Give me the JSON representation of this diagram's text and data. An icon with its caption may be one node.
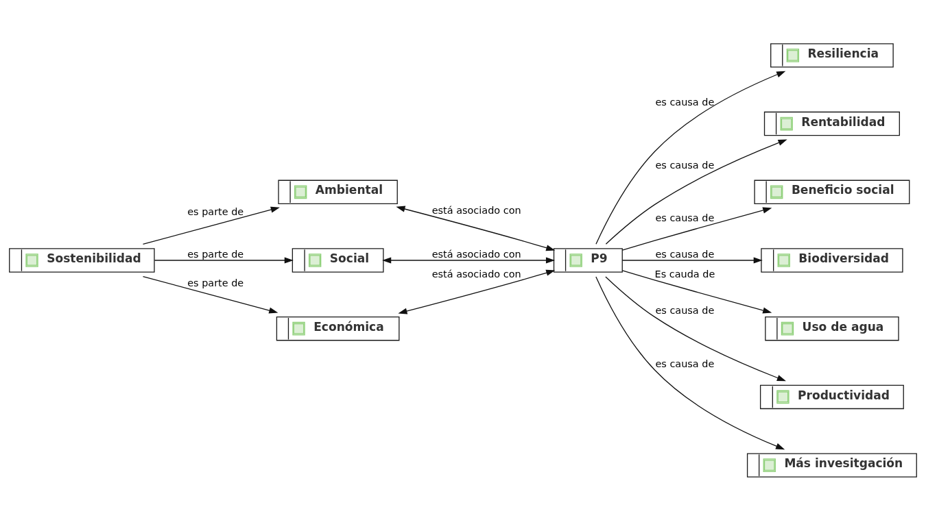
{
  "diagram": {
    "nodes": [
      {
        "text": [
          "Resiliencia"
        ]
      },
      {
        "text": [
          "Rentabilidad"
        ]
      },
      {
        "text": [
          "Beneficio social"
        ]
      },
      {
        "text": [
          "Biodiversidad"
        ]
      },
      {
        "text": [
          "Ambiental"
        ]
      },
      {
        "text": [
          "P9"
        ]
      },
      {
        "text": [
          "Uso de agua"
        ]
      },
      {
        "text": [
          "Productividad"
        ]
      },
      {
        "text": [
          "Social"
        ]
      },
      {
        "text": [
          "Más invesitgación"
        ]
      },
      {
        "text": [
          "Económica"
        ]
      },
      {
        "text": [
          "Sostenibilidad"
        ]
      }
    ],
    "edges": [
      {
        "from": 5,
        "to": 2,
        "arrow": "to",
        "label": "es causa de"
      },
      {
        "from": 5,
        "to": 0,
        "arrow": "to",
        "label": "es causa de"
      },
      {
        "from": 5,
        "to": 1,
        "arrow": "to",
        "label": "es causa de"
      },
      {
        "from": 5,
        "to": 3,
        "arrow": "to",
        "label": "es causa de"
      },
      {
        "from": 5,
        "to": 6,
        "arrow": "to",
        "label": "Es cauda de"
      },
      {
        "from": 5,
        "to": 7,
        "arrow": "to",
        "label": "es causa de"
      },
      {
        "from": 5,
        "to": 9,
        "arrow": "to",
        "label": "es causa de"
      },
      {
        "from": 4,
        "to": 5,
        "arrow": "both",
        "label": "está asociado con"
      },
      {
        "from": 8,
        "to": 5,
        "arrow": "both",
        "label": "está asociado con"
      },
      {
        "from": 10,
        "to": 5,
        "arrow": "both",
        "label": "está asociado con"
      },
      {
        "from": 11,
        "to": 4,
        "arrow": "to",
        "label": "es parte de"
      },
      {
        "from": 11,
        "to": 8,
        "arrow": "to",
        "label": "es parte de"
      },
      {
        "from": 11,
        "to": 10,
        "arrow": "to",
        "label": "es parte de"
      }
    ]
  }
}
